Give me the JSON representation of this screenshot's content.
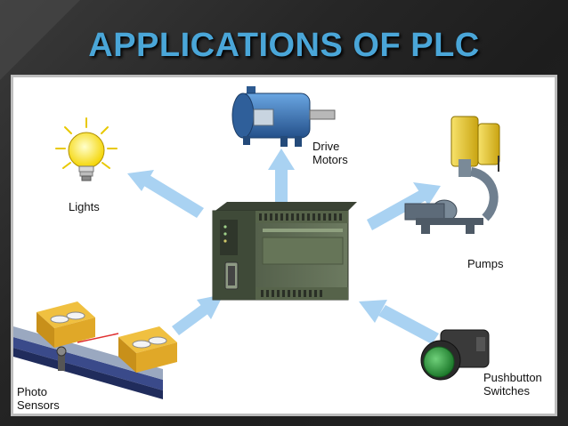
{
  "slide": {
    "title": "APPLICATIONS OF PLC"
  },
  "diagram": {
    "center": {
      "name": "PLC"
    },
    "nodes": {
      "drive_motors": [
        "Drive",
        "Motors"
      ],
      "lights": [
        "Lights"
      ],
      "pumps": [
        "Pumps"
      ],
      "photo_sensors": [
        "Photo",
        "Sensors"
      ],
      "pushbutton_switches": [
        "Pushbutton",
        "Switches"
      ]
    }
  },
  "colors": {
    "title": "#4aa6d8",
    "arrow": "#a9d2f2",
    "plc_body": "#5c6a52",
    "motor": "#3b78b8",
    "pump_housing": "#f0cf2a",
    "box": "#e8b43a",
    "button": "#3aa047"
  }
}
